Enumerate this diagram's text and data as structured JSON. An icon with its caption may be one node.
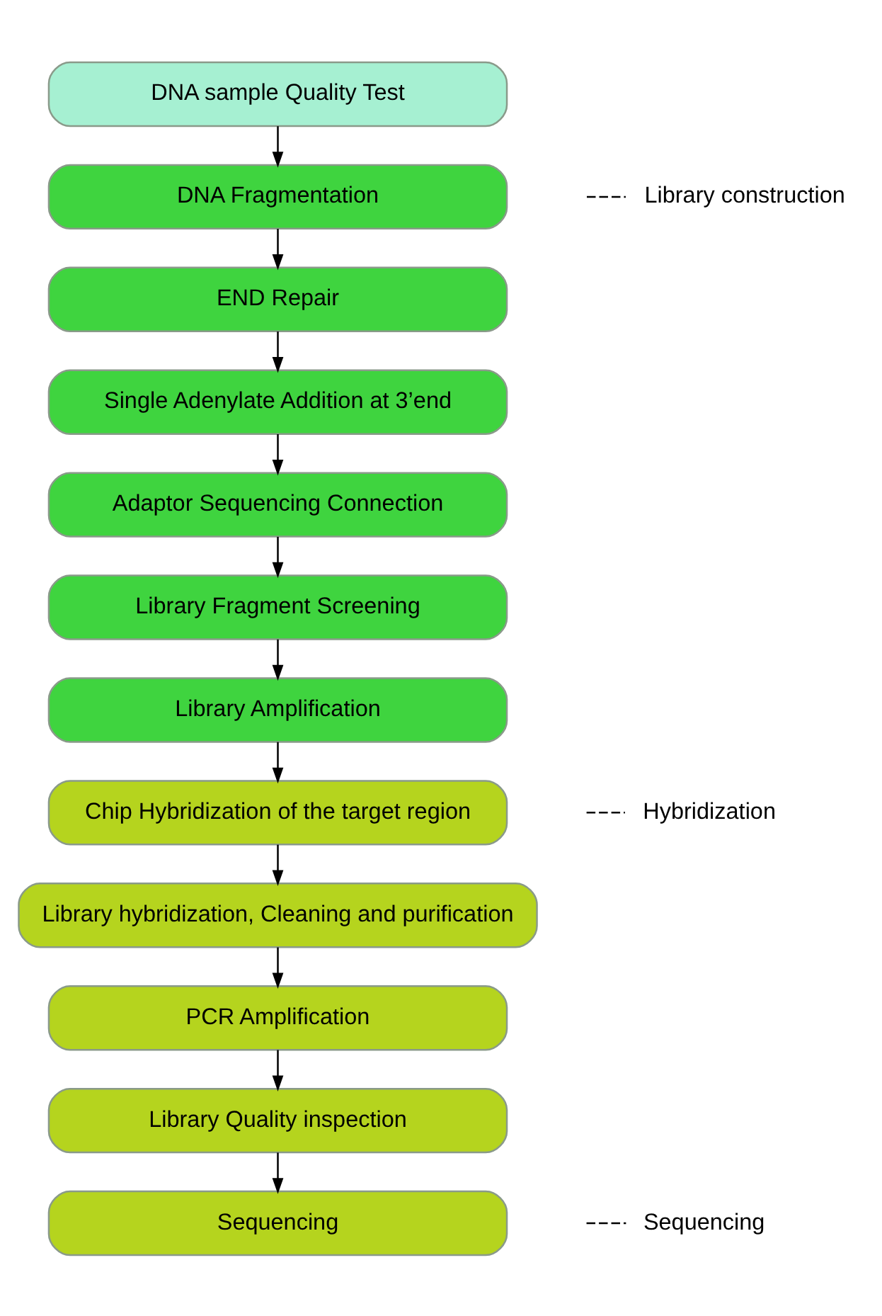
{
  "diagram": {
    "nodes": [
      {
        "text": [
          "DNA sample Quality Test"
        ]
      },
      {
        "text": [
          "DNA Fragmentation"
        ]
      },
      {
        "text": [
          "END Repair"
        ]
      },
      {
        "text": [
          "Single Adenylate Addition at 3’end"
        ]
      },
      {
        "text": [
          "Adaptor Sequencing Connection"
        ]
      },
      {
        "text": [
          "Library Fragment Screening"
        ]
      },
      {
        "text": [
          "Library Amplification"
        ]
      },
      {
        "text": [
          "Chip Hybridization of the target region"
        ]
      },
      {
        "text": [
          "Library hybridization, Cleaning and purification"
        ]
      },
      {
        "text": [
          "PCR Amplification"
        ]
      },
      {
        "text": [
          "Library Quality inspection"
        ]
      },
      {
        "text": [
          "Sequencing"
        ]
      },
      {
        "text": [
          "Library construction"
        ]
      },
      {
        "text": [
          "Hybridization"
        ]
      },
      {
        "text": [
          "Sequencing"
        ]
      }
    ],
    "edges": [
      {
        "from": 0,
        "to": 1,
        "arrow": "to"
      },
      {
        "from": 1,
        "to": 2,
        "arrow": "to"
      },
      {
        "from": 2,
        "to": 3,
        "arrow": "to"
      },
      {
        "from": 3,
        "to": 4,
        "arrow": "to"
      },
      {
        "from": 4,
        "to": 5,
        "arrow": "to"
      },
      {
        "from": 5,
        "to": 6,
        "arrow": "to"
      },
      {
        "from": 6,
        "to": 7,
        "arrow": "to"
      },
      {
        "from": 7,
        "to": 8,
        "arrow": "to"
      },
      {
        "from": 8,
        "to": 9,
        "arrow": "to"
      },
      {
        "from": 9,
        "to": 10,
        "arrow": "to"
      },
      {
        "from": 10,
        "to": 11,
        "arrow": "to"
      },
      {
        "from": 12,
        "to": null,
        "arrow": "none",
        "style": "dashed"
      },
      {
        "from": 13,
        "to": null,
        "arrow": "none",
        "style": "dashed"
      },
      {
        "from": 14,
        "to": null,
        "arrow": "none",
        "style": "dashed"
      }
    ]
  }
}
